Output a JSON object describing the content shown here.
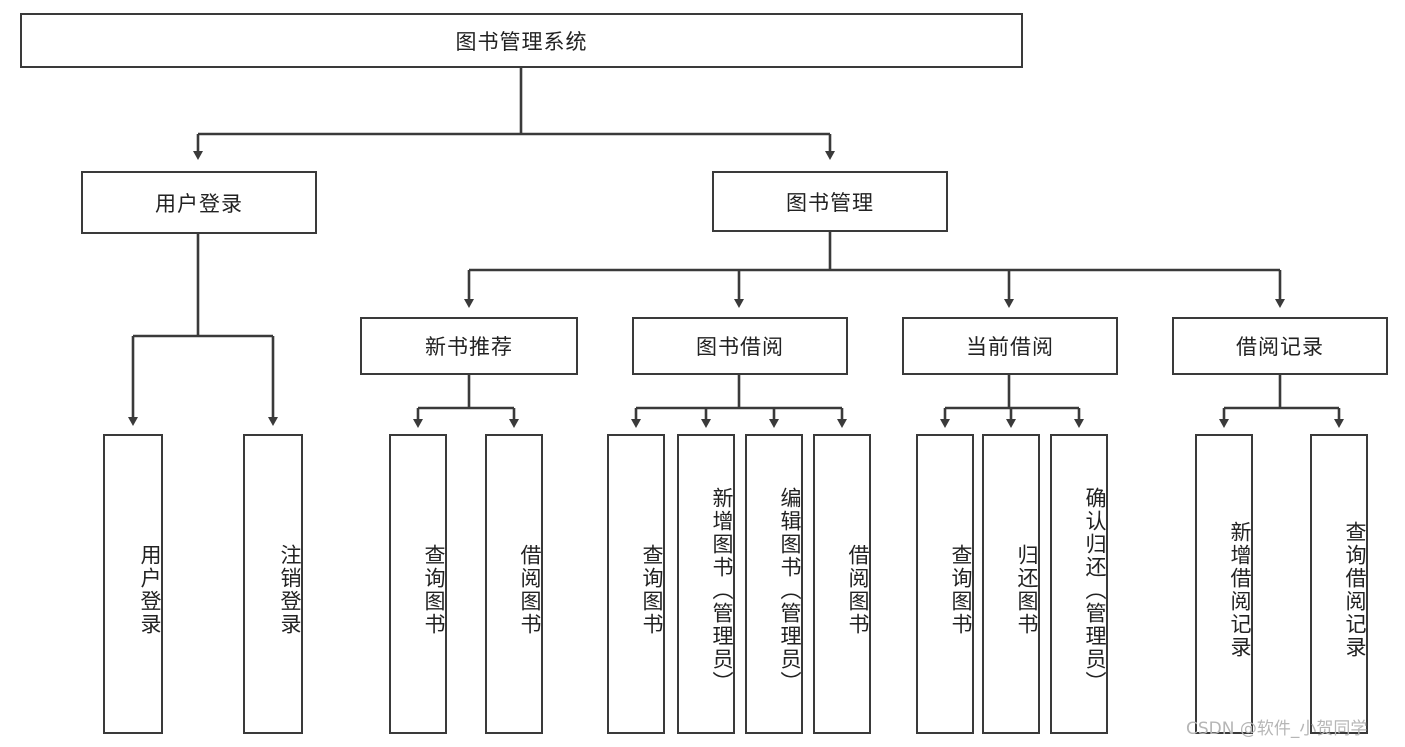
{
  "diagram": {
    "title_box": {
      "label": "图书管理系统"
    },
    "level2": [
      {
        "label": "用户登录"
      },
      {
        "label": "图书管理"
      }
    ],
    "level3": [
      {
        "label": "新书推荐"
      },
      {
        "label": "图书借阅"
      },
      {
        "label": "当前借阅"
      },
      {
        "label": "借阅记录"
      }
    ],
    "leaves": {
      "user_login": [
        {
          "label": "用户登录"
        },
        {
          "label": "注销登录"
        }
      ],
      "new_book_recommend": [
        {
          "label": "查询图书"
        },
        {
          "label": "借阅图书"
        }
      ],
      "book_borrow": [
        {
          "label": "查询图书"
        },
        {
          "label": "新增图书（管理员）"
        },
        {
          "label": "编辑图书（管理员）"
        },
        {
          "label": "借阅图书"
        }
      ],
      "current_borrow": [
        {
          "label": "查询图书"
        },
        {
          "label": "归还图书"
        },
        {
          "label": "确认归还（管理员）"
        }
      ],
      "borrow_record": [
        {
          "label": "新增借阅记录"
        },
        {
          "label": "查询借阅记录"
        }
      ]
    }
  },
  "watermark": {
    "text": "CSDN @软件_小贺同学"
  },
  "colors": {
    "stroke": "#3a3a3a",
    "background": "#ffffff",
    "text": "#222222",
    "watermark": "#b6b6b6"
  }
}
